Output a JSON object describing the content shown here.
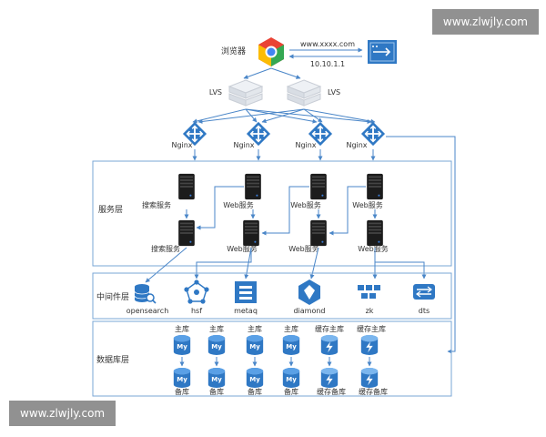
{
  "browser": {
    "label": "浏览器",
    "url": "www.xxxx.com",
    "ip": "10.10.1.1"
  },
  "lvs": {
    "label": "LVS"
  },
  "nginx": {
    "label": "Nginx"
  },
  "layers": {
    "service": "服务层",
    "middleware": "中间件层",
    "database": "数据库层"
  },
  "service": {
    "search": "搜索服务",
    "web": "Web服务"
  },
  "middleware": {
    "items": [
      "opensearch",
      "hsf",
      "metaq",
      "diamond",
      "zk",
      "dts"
    ]
  },
  "database": {
    "master": "主库",
    "slave": "备库",
    "cache_master": "缓存主库",
    "cache_slave": "缓存备库",
    "mysql_text": "My"
  },
  "watermark": "www.zlwjly.com",
  "colors": {
    "blue": "#2f78c4",
    "line": "#4a86c8",
    "box": "#7aa7d6",
    "server": "#222222"
  }
}
